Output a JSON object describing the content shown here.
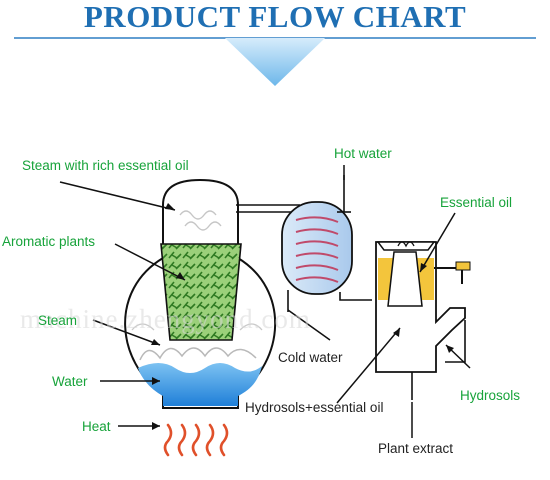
{
  "title": "PRODUCT FLOW CHART",
  "watermark": "machine.zhengyond.com",
  "labels": {
    "steam_rich": "Steam with rich essential oil",
    "aromatic": "Aromatic plants",
    "steam": "Steam",
    "water": "Water",
    "heat": "Heat",
    "hot_water": "Hot water",
    "cold_water": "Cold water",
    "essential_oil": "Essential oil",
    "hydrosols": "Hydrosols",
    "hydro_plus": "Hydrosols+essential oil",
    "plant_extract": "Plant extract"
  },
  "colors": {
    "title": "#1f6fb3",
    "label": "#17a33a",
    "water": "#2d8fe0",
    "oil": "#f3c53c",
    "heat": "#e0502a",
    "plants": "#6fb14a"
  }
}
